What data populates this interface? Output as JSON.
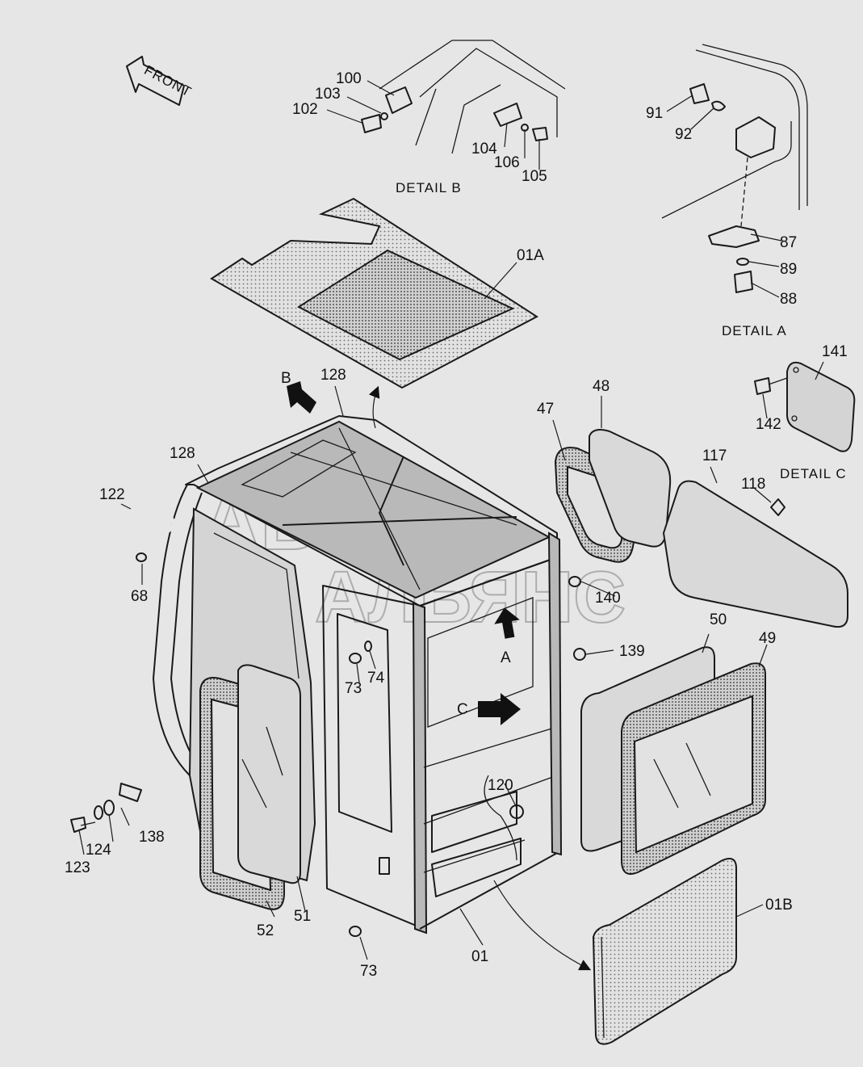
{
  "front_label": "FRONT",
  "watermark": {
    "line1": "АВТО",
    "line2": "АЛЬЯНС"
  },
  "details": {
    "a": "DETAIL A",
    "b": "DETAIL B",
    "c": "DETAIL C"
  },
  "view_letters": {
    "a": "A",
    "b": "B",
    "c": "C"
  },
  "part_numbers": {
    "p01": "01",
    "p01a": "01A",
    "p01b": "01B",
    "p47": "47",
    "p48": "48",
    "p49": "49",
    "p50": "50",
    "p51": "51",
    "p52": "52",
    "p68": "68",
    "p73a": "73",
    "p73b": "73",
    "p74": "74",
    "p87": "87",
    "p88": "88",
    "p89": "89",
    "p91": "91",
    "p92": "92",
    "p100": "100",
    "p102": "102",
    "p103": "103",
    "p104": "104",
    "p105": "105",
    "p106": "106",
    "p117": "117",
    "p118": "118",
    "p120": "120",
    "p122": "122",
    "p123": "123",
    "p124": "124",
    "p128a": "128",
    "p128b": "128",
    "p138": "138",
    "p139": "139",
    "p140": "140",
    "p141": "141",
    "p142": "142"
  }
}
